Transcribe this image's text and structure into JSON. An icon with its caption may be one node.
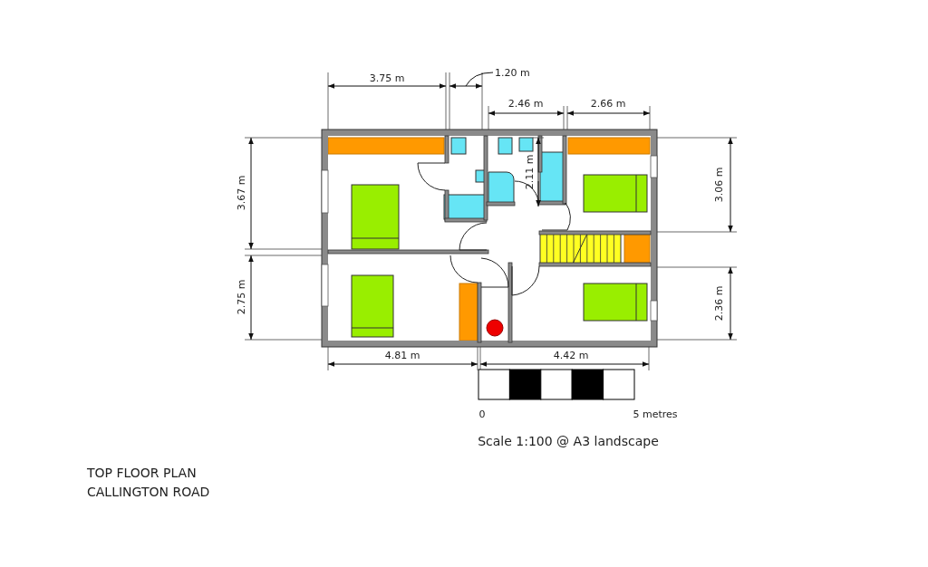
{
  "diagram": {
    "title": "TOP FLOOR PLAN",
    "caption": "CALLINGTON ROAD",
    "labels": [
      "1.20 m",
      "3.75 m",
      "2.46 m",
      "2.66 m",
      "2.11 m",
      "3.67 m",
      "3.06 m",
      "2.75 m",
      "2.36 m",
      "4.81 m",
      "4.42 m",
      "0",
      "5 metres",
      "Scale 1:100 @ A3 landscape"
    ]
  }
}
